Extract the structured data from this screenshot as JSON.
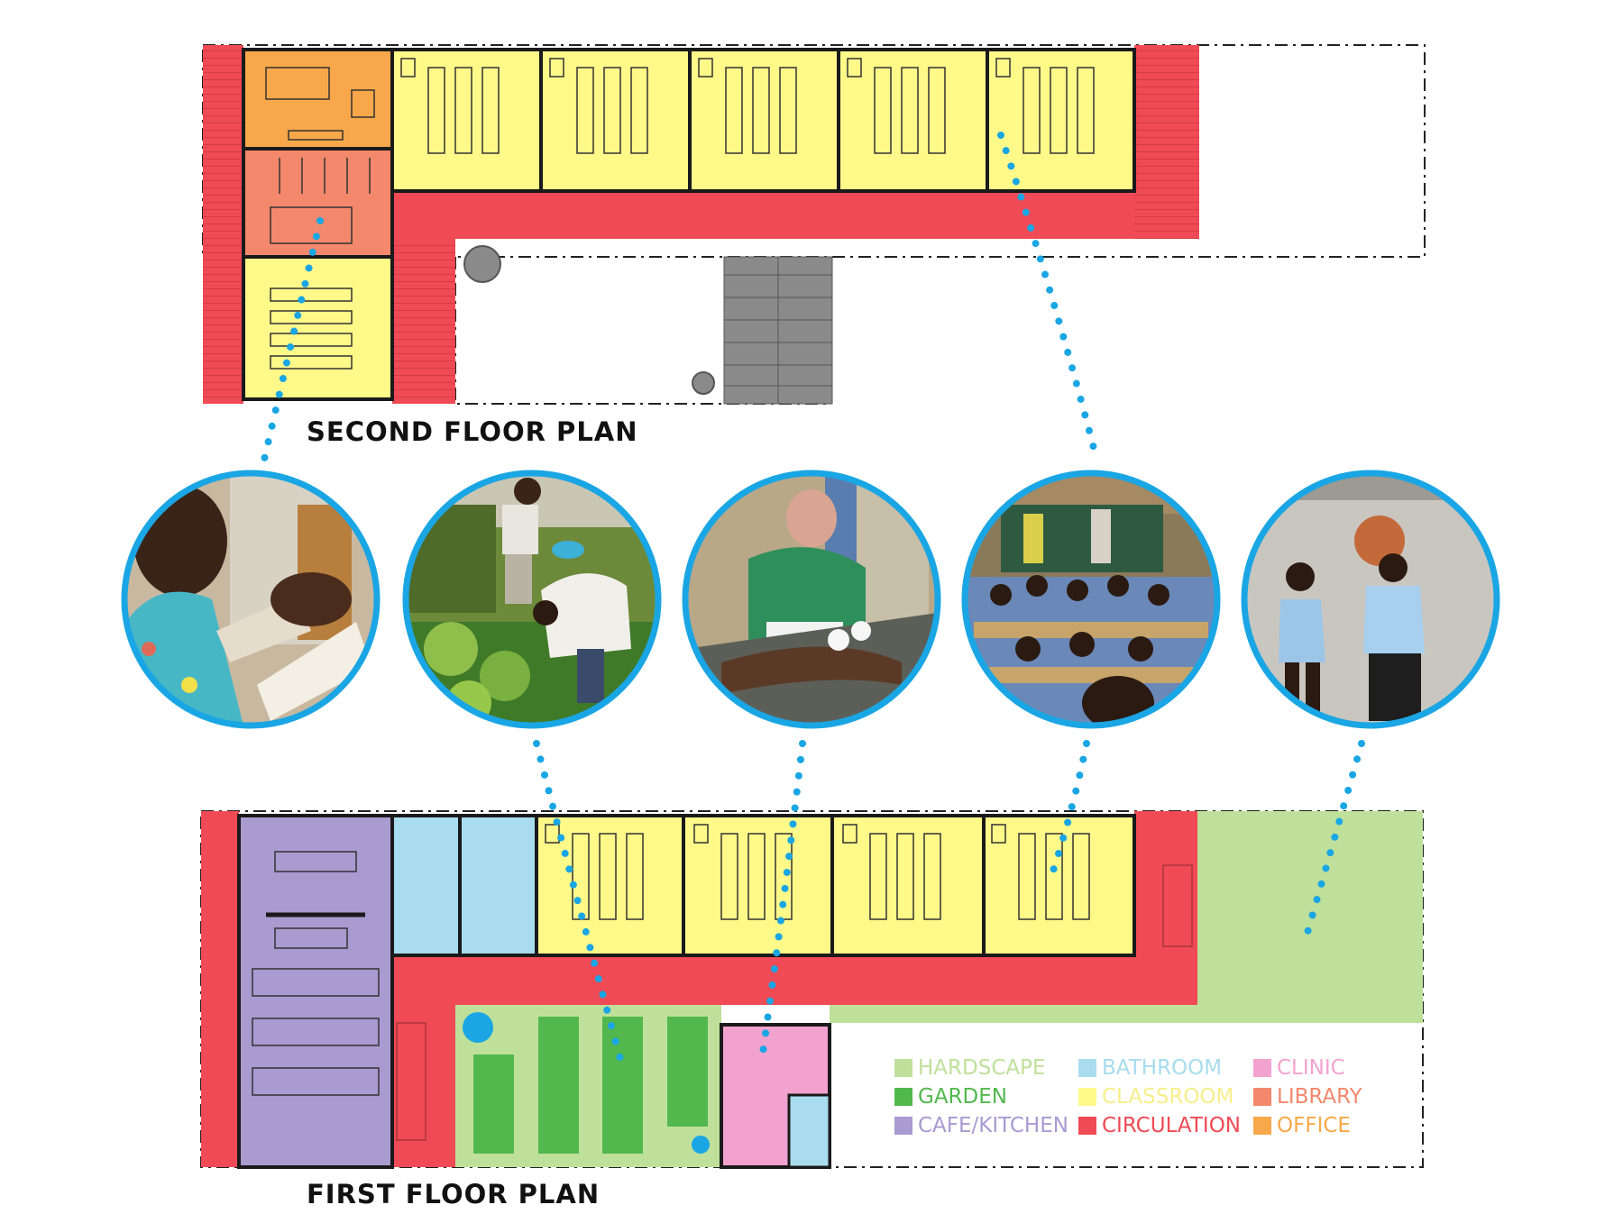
{
  "titles": {
    "second_floor": "SECOND FLOOR PLAN",
    "first_floor": "FIRST FLOOR PLAN"
  },
  "colors": {
    "hardscape": "#bfe09a",
    "garden": "#52b84e",
    "cafe_kitchen": "#a99ad0",
    "bathroom": "#a8dcee",
    "classroom": "#fff98a",
    "circulation": "#ef4a55",
    "clinic": "#f2a2cf",
    "library": "#f3886c",
    "office": "#f8a84a",
    "connector": "#1aa6e4",
    "wall": "#1a1a1a",
    "stair": "#8a8a8a"
  },
  "legend": [
    {
      "label": "HARDSCAPE",
      "color": "#bfe09a"
    },
    {
      "label": "GARDEN",
      "color": "#52b84e"
    },
    {
      "label": "CAFE/KITCHEN",
      "color": "#a99ad0"
    },
    {
      "label": "BATHROOM",
      "color": "#a8dcee"
    },
    {
      "label": "CLASSROOM",
      "color": "#fff98a"
    },
    {
      "label": "CIRCULATION",
      "color": "#ef4a55"
    },
    {
      "label": "CLINIC",
      "color": "#f2a2cf"
    },
    {
      "label": "LIBRARY",
      "color": "#f3886c"
    },
    {
      "label": "OFFICE",
      "color": "#f8a84a"
    }
  ],
  "photos": [
    {
      "subject": "reading-child"
    },
    {
      "subject": "garden-workers"
    },
    {
      "subject": "clinic-treatment"
    },
    {
      "subject": "classroom-students"
    },
    {
      "subject": "boys-basketball"
    }
  ]
}
